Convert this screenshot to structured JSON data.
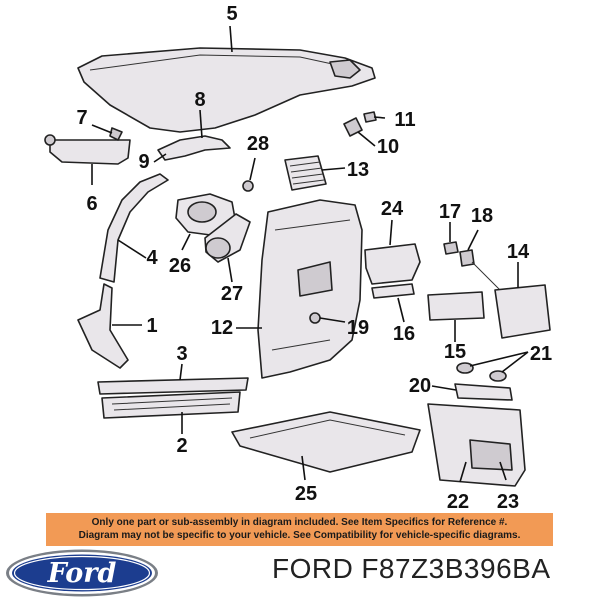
{
  "diagram": {
    "callouts": [
      "5",
      "8",
      "7",
      "11",
      "10",
      "28",
      "9",
      "13",
      "6",
      "24",
      "17",
      "18",
      "14",
      "4",
      "26",
      "27",
      "12",
      "19",
      "16",
      "15",
      "1",
      "3",
      "21",
      "20",
      "2",
      "25",
      "22",
      "23"
    ]
  },
  "notice": {
    "line1": "Only one part or sub-assembly in diagram included. See Item Specifics for Reference #.",
    "line2": "Diagram may not be specific to your vehicle. See Compatibility for vehicle-specific diagrams."
  },
  "brand": {
    "logo_text": "Ford",
    "name": "FORD",
    "part_number": "F87Z3B396BA"
  },
  "colors": {
    "notice_background": "#f29a55",
    "logo_blue": "#1c3d8f"
  }
}
